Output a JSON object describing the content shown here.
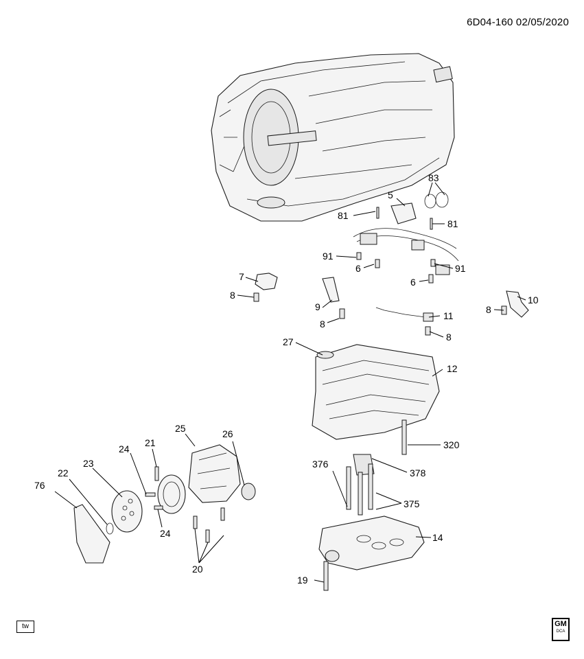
{
  "header": {
    "code": "6D04-160  02/05/2020"
  },
  "badge_tw": "tw",
  "logo": {
    "text": "GM",
    "sub": "DCA"
  },
  "callouts": [
    {
      "id": "c5",
      "text": "5"
    },
    {
      "id": "c83",
      "text": "83"
    },
    {
      "id": "c81a",
      "text": "81"
    },
    {
      "id": "c81b",
      "text": "81"
    },
    {
      "id": "c91a",
      "text": "91"
    },
    {
      "id": "c91b",
      "text": "91"
    },
    {
      "id": "c6a",
      "text": "6"
    },
    {
      "id": "c6b",
      "text": "6"
    },
    {
      "id": "c7",
      "text": "7"
    },
    {
      "id": "c8a",
      "text": "8"
    },
    {
      "id": "c9",
      "text": "9"
    },
    {
      "id": "c8b",
      "text": "8"
    },
    {
      "id": "c11",
      "text": "11"
    },
    {
      "id": "c8c",
      "text": "8"
    },
    {
      "id": "c8d",
      "text": "8"
    },
    {
      "id": "c10",
      "text": "10"
    },
    {
      "id": "c27",
      "text": "27"
    },
    {
      "id": "c12",
      "text": "12"
    },
    {
      "id": "c320",
      "text": "320"
    },
    {
      "id": "c376",
      "text": "376"
    },
    {
      "id": "c378",
      "text": "378"
    },
    {
      "id": "c375",
      "text": "375"
    },
    {
      "id": "c14",
      "text": "14"
    },
    {
      "id": "c19",
      "text": "19"
    },
    {
      "id": "c25",
      "text": "25"
    },
    {
      "id": "c26",
      "text": "26"
    },
    {
      "id": "c21",
      "text": "21"
    },
    {
      "id": "c24a",
      "text": "24"
    },
    {
      "id": "c23",
      "text": "23"
    },
    {
      "id": "c22",
      "text": "22"
    },
    {
      "id": "c76",
      "text": "76"
    },
    {
      "id": "c24b",
      "text": "24"
    },
    {
      "id": "c20",
      "text": "20"
    }
  ]
}
